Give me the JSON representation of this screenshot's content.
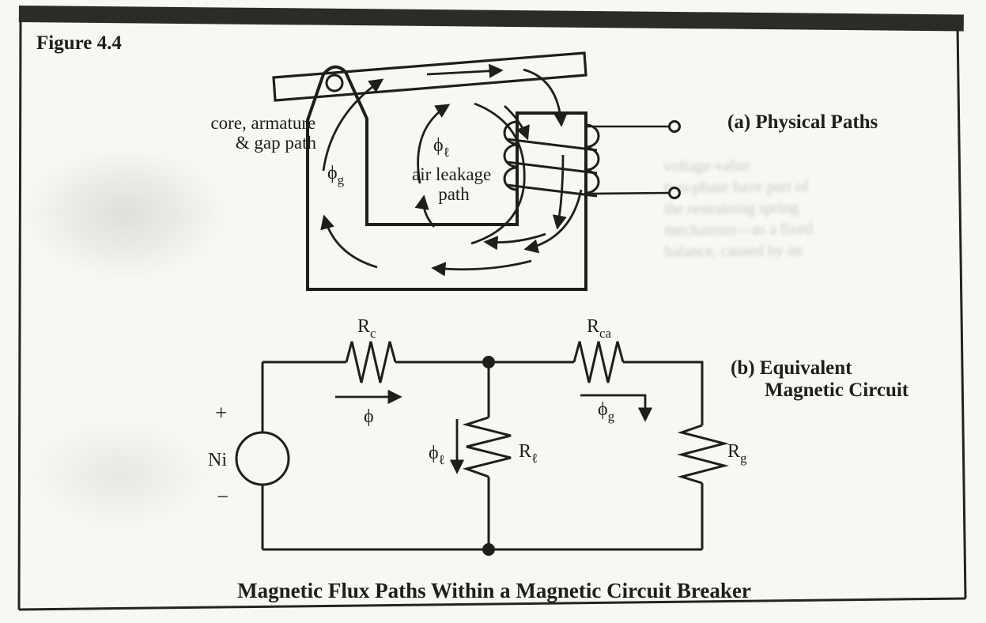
{
  "figure": {
    "number_label": "Figure 4.4",
    "caption": "Magnetic Flux Paths Within a Magnetic Circuit Breaker"
  },
  "physical": {
    "section_label": "(a) Physical Paths",
    "core_path_label_line1": "core, armature",
    "core_path_label_line2": "& gap path",
    "air_leakage_label_line1": "air leakage",
    "air_leakage_label_line2": "path",
    "flux_gap": {
      "base": "ϕ",
      "sub": "g"
    },
    "flux_leakage": {
      "base": "ϕ",
      "sub": "ℓ"
    }
  },
  "circuit": {
    "section_label_line1": "(b) Equivalent",
    "section_label_line2": "Magnetic Circuit",
    "source_plus": "+",
    "source_label": "Ni",
    "source_minus": "−",
    "reluctances": {
      "core": {
        "base": "R",
        "sub": "c"
      },
      "core_armature": {
        "base": "R",
        "sub": "ca"
      },
      "leakage": {
        "base": "R",
        "sub": "ℓ"
      },
      "gap": {
        "base": "R",
        "sub": "g"
      }
    },
    "fluxes": {
      "total": {
        "base": "ϕ",
        "sub": ""
      },
      "gap": {
        "base": "ϕ",
        "sub": "g"
      },
      "leakage": {
        "base": "ϕ",
        "sub": "ℓ"
      }
    }
  },
  "bleedthrough": {
    "lines": [
      "voltage-value",
      "two-phase have part of",
      "the restraining spring",
      "mechanism—as a fixed",
      "balance, caused by an"
    ]
  },
  "colors": {
    "ink": "#1f1e1b",
    "paper": "#f8f7f3",
    "top_bar": "#2c2b28"
  }
}
